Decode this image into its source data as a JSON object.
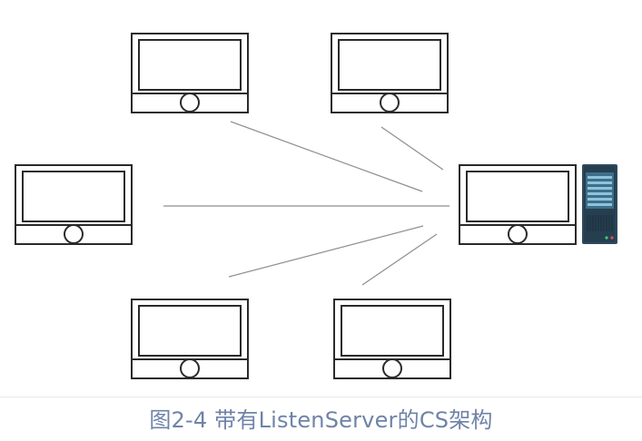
{
  "caption": "图2-4 带有ListenServer的CS架构",
  "colors": {
    "monitor_stroke": "#2a2a2a",
    "link_line": "#8e8e8e",
    "caption_text": "#6f83a8",
    "server_body": "#2f4a5c",
    "server_panel": "#3d6f8a",
    "server_slot": "#8fc3dc",
    "server_led_green": "#3fd07a",
    "server_led_red": "#e0504a",
    "separator": "#e8e8e8"
  },
  "nodes": [
    {
      "name": "client-monitor-top-left",
      "role": "client"
    },
    {
      "name": "client-monitor-top-right",
      "role": "client"
    },
    {
      "name": "client-monitor-middle-left",
      "role": "client"
    },
    {
      "name": "client-monitor-bottom-left",
      "role": "client"
    },
    {
      "name": "client-monitor-bottom-right",
      "role": "client"
    },
    {
      "name": "listen-server-monitor",
      "role": "listen-server"
    }
  ],
  "server_tower_icon": "server-tower-icon",
  "monitor_icon": "monitor-icon"
}
